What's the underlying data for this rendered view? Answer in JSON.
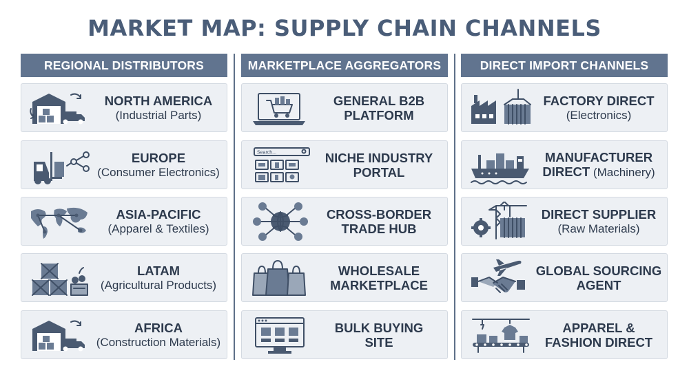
{
  "title": "MARKET MAP: SUPPLY CHAIN CHANNELS",
  "columns": [
    {
      "header": "REGIONAL DISTRIBUTORS",
      "cards": [
        {
          "bold": "NORTH AMERICA",
          "sub": "(Industrial Parts)",
          "icon": "warehouse-truck-icon"
        },
        {
          "bold": "EUROPE",
          "sub": "(Consumer Electronics)",
          "icon": "forklift-network-icon"
        },
        {
          "bold": "ASIA-PACIFIC",
          "sub": "(Apparel & Textiles)",
          "icon": "world-map-network-icon"
        },
        {
          "bold": "LATAM",
          "sub": "(Agricultural Products)",
          "icon": "crates-produce-icon"
        },
        {
          "bold": "AFRICA",
          "sub": "(Construction Materials)",
          "icon": "warehouse-truck-icon"
        }
      ]
    },
    {
      "header": "MARKETPLACE AGGREGATORS",
      "cards": [
        {
          "bold1": "GENERAL B2B",
          "bold2": "PLATFORM",
          "icon": "laptop-cart-icon"
        },
        {
          "bold1": "NICHE INDUSTRY",
          "bold2": "PORTAL",
          "icon": "search-product-grid-icon",
          "search_placeholder": "Search..."
        },
        {
          "bold1": "CROSS-BORDER",
          "bold2": "TRADE HUB",
          "icon": "globe-network-icon"
        },
        {
          "bold1": "WHOLESALE",
          "bold2": "MARKETPLACE",
          "icon": "shopping-bags-icon"
        },
        {
          "bold1": "BULK BUYING",
          "bold2": "SITE",
          "icon": "monitor-store-icon"
        }
      ]
    },
    {
      "header": "DIRECT IMPORT CHANNELS",
      "cards": [
        {
          "line1": "FACTORY DIRECT",
          "line2": "(Electronics)",
          "icon": "factory-container-icon"
        },
        {
          "line1": "MANUFACTURER",
          "line2_bold": "DIRECT",
          "line2_sub": " (Machinery)",
          "icon": "cargo-ship-icon"
        },
        {
          "line1": "DIRECT SUPPLIER",
          "line2": "(Raw Materials)",
          "icon": "crane-gear-container-icon"
        },
        {
          "line1": "GLOBAL SOURCING",
          "line2": "AGENT",
          "icon": "plane-handshake-icon"
        },
        {
          "line1": "APPAREL &",
          "line2": "FASHION DIRECT",
          "icon": "conveyor-apparel-icon"
        }
      ]
    }
  ]
}
